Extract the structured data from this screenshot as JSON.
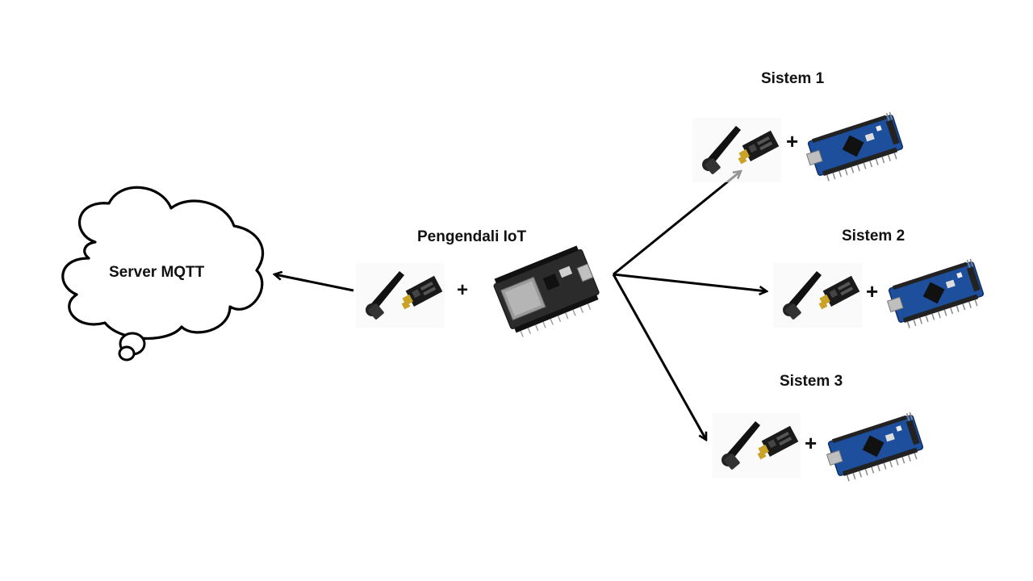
{
  "diagram": {
    "server": {
      "label": "Server MQTT"
    },
    "controller": {
      "label": "Pengendali IoT",
      "plus": "+"
    },
    "systems": [
      {
        "label": "Sistem 1",
        "plus": "+"
      },
      {
        "label": "Sistem 2",
        "plus": "+"
      },
      {
        "label": "Sistem 3",
        "plus": "+"
      }
    ],
    "colors": {
      "line": "#000000",
      "nano_board": "#1d4f9c",
      "nodemcu_board": "#2b2b2b",
      "radio_board": "#1a1a1a",
      "antenna": "#111111",
      "connector": "#c9a227"
    }
  }
}
